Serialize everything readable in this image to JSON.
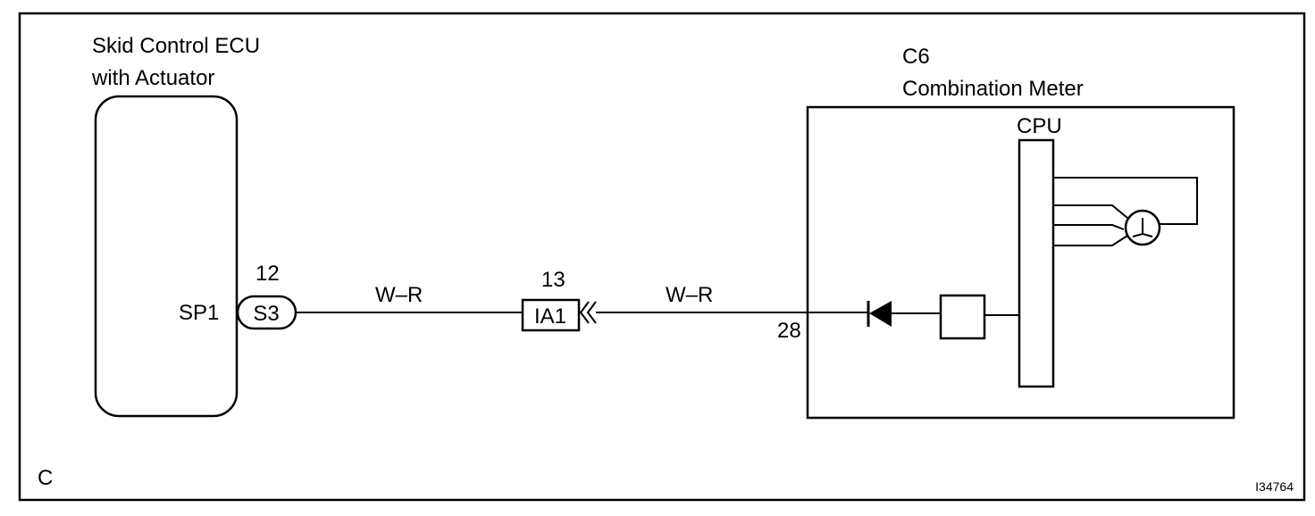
{
  "ecu": {
    "name_line1": "Skid Control ECU",
    "name_line2": "with Actuator",
    "terminal": "SP1",
    "connector_pin": "12",
    "connector_id": "S3"
  },
  "junction": {
    "pin": "13",
    "id": "IA1"
  },
  "wires": {
    "left_color": "W–R",
    "right_color": "W–R"
  },
  "meter": {
    "code": "C6",
    "name": "Combination Meter",
    "input_pin": "28",
    "cpu_label": "CPU"
  },
  "footer": {
    "section": "C",
    "figure_id": "I34764"
  }
}
